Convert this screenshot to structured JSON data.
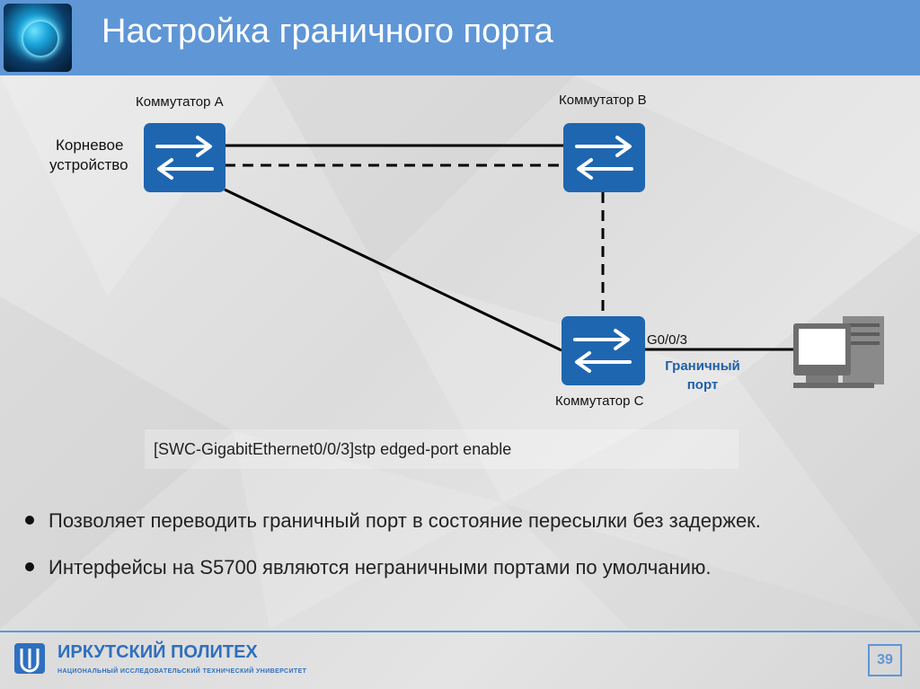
{
  "header": {
    "title": "Настройка граничного порта"
  },
  "diagram": {
    "switch_a": {
      "label": "Коммутатор А",
      "role_line1": "Корневое",
      "role_line2": "устройство"
    },
    "switch_b": {
      "label": "Коммутатор B"
    },
    "switch_c": {
      "label": "Коммутатор C"
    },
    "port": {
      "name": "G0/0/3",
      "type_line1": "Граничный",
      "type_line2": "порт"
    },
    "accent_color": "#1f5fa8"
  },
  "command": "[SWC-GigabitEthernet0/0/3]stp edged-port enable",
  "bullets": [
    "Позволяет переводить граничный порт в состояние пересылки без задержек.",
    "Интерфейсы на S5700 являются неграничными портами по умолчанию."
  ],
  "footer": {
    "brand": "ИРКУТСКИЙ ПОЛИТЕХ",
    "subtitle": "НАЦИОНАЛЬНЫЙ ИССЛЕДОВАТЕЛЬСКИЙ ТЕХНИЧЕСКИЙ УНИВЕРСИТЕТ",
    "page_number": "39"
  }
}
